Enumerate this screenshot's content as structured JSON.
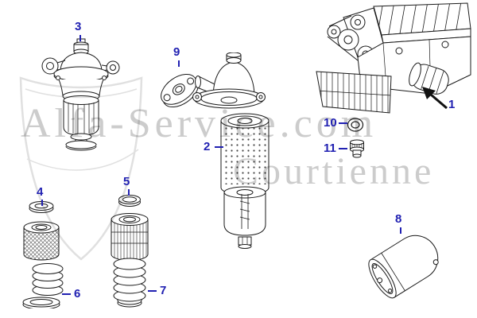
{
  "diagram": {
    "background": "#ffffff",
    "label_color": "#2121b2",
    "watermark_color": "#cccccc",
    "watermark_line1": "Alfa-Service.com",
    "watermark_line2": "Courtienne",
    "labels": {
      "p1": "1",
      "p2": "2",
      "p3": "3",
      "p4": "4",
      "p5": "5",
      "p6": "6",
      "p7": "7",
      "p8": "8",
      "p9": "9",
      "p10": "10",
      "p11": "11"
    }
  }
}
